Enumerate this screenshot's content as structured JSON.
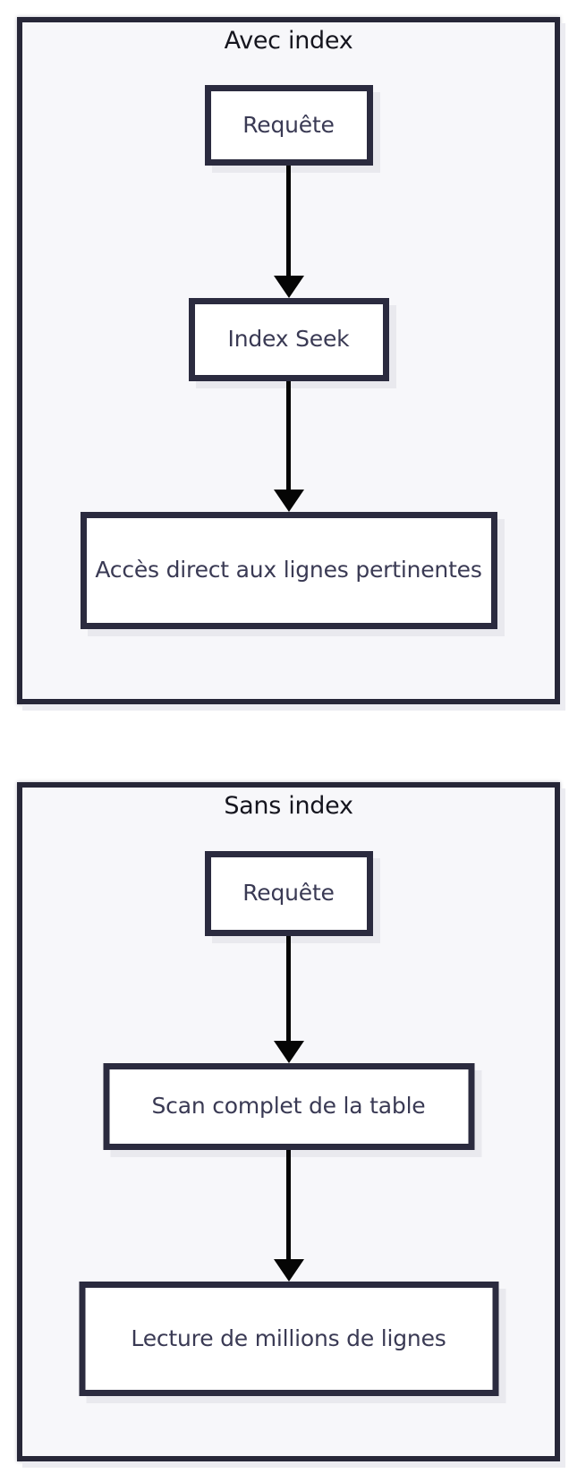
{
  "colors": {
    "page-bg": "#ffffff",
    "panel-bg": "#f7f7fa",
    "panel-border": "#272738",
    "panel-shadow": "#ececf1",
    "node-bg": "#ffffff",
    "node-border": "#2b2b3f",
    "node-shadow": "#e9e9ee",
    "title-text": "#15151e",
    "node-text": "#3a3a54",
    "arrow": "#050505"
  },
  "icons": {
    "flow_arrow": "arrow-down-icon"
  },
  "panels": [
    {
      "title": "Avec index",
      "nodes": [
        "Requête",
        "Index Seek",
        "Accès direct aux lignes pertinentes"
      ]
    },
    {
      "title": "Sans index",
      "nodes": [
        "Requête",
        "Scan complet de la table",
        "Lecture de millions de lignes"
      ]
    }
  ]
}
